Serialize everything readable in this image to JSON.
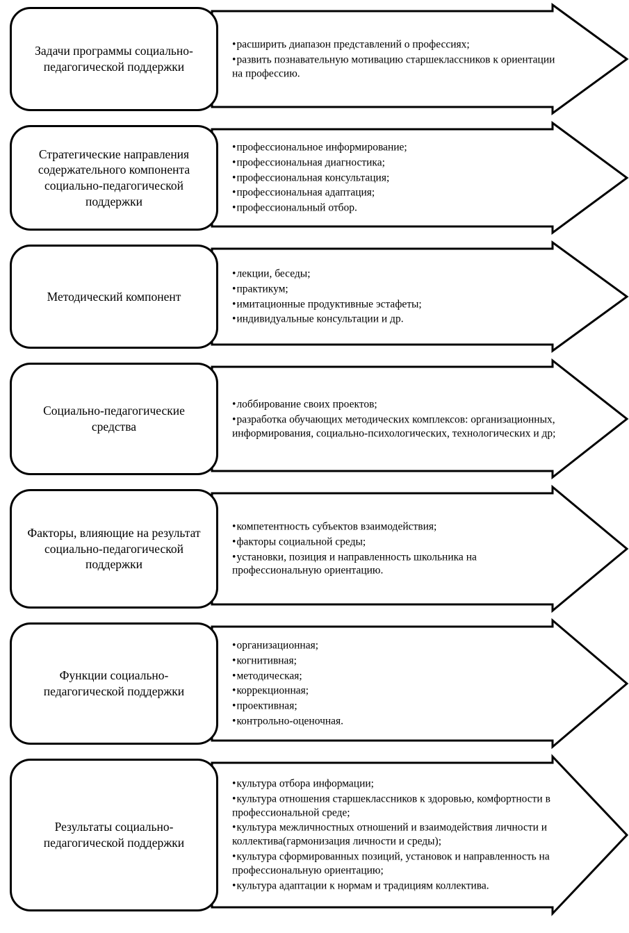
{
  "diagram_title": "",
  "rows": [
    {
      "label": "Задачи программы социально-педагогической поддержки",
      "bullets": [
        "расширить диапазон представлений о профессиях;",
        "развить познавательную мотивацию старшеклассников к ориентации на профессию."
      ]
    },
    {
      "label": "Стратегические направления содержательного компонента социально-педагогической поддержки",
      "bullets": [
        "профессиональное информирование;",
        "профессиональная диагностика;",
        "профессиональная консультация;",
        "профессиональная адаптация;",
        "профессиональный отбор."
      ]
    },
    {
      "label": "Методический компонент",
      "bullets": [
        "лекции, беседы;",
        "практикум;",
        "имитационные продуктивные эстафеты;",
        "индивидуальные консультации и др."
      ]
    },
    {
      "label": "Социально-педагогические средства",
      "bullets": [
        "лоббирование своих проектов;",
        "разработка обучающих методических комплексов: организационных, информирования, социально-психологических, технологических и др;"
      ]
    },
    {
      "label": "Факторы, влияющие на результат социально-педагогической поддержки",
      "bullets": [
        "компетентность субъектов взаимодействия;",
        "факторы социальной среды;",
        "установки, позиция и направленность школьника на профессиональную ориентацию."
      ]
    },
    {
      "label": "Функции социально-педагогической поддержки",
      "bullets": [
        "организационная;",
        "когнитивная;",
        "методическая;",
        "коррекционная;",
        "проективная;",
        "контрольно-оценочная."
      ]
    },
    {
      "label": "Результаты социально-педагогической поддержки",
      "bullets": [
        "культура отбора информации;",
        "культура отношения старшеклассников к здоровью, комфортности в профессиональной среде;",
        "культура межличностных отношений и взаимодействия личности и коллектива(гармонизация личности и среды);",
        "культура сформированных позиций, установок и направленность на профессиональную ориентацию;",
        "культура адаптации к нормам и традициям коллектива."
      ]
    }
  ]
}
